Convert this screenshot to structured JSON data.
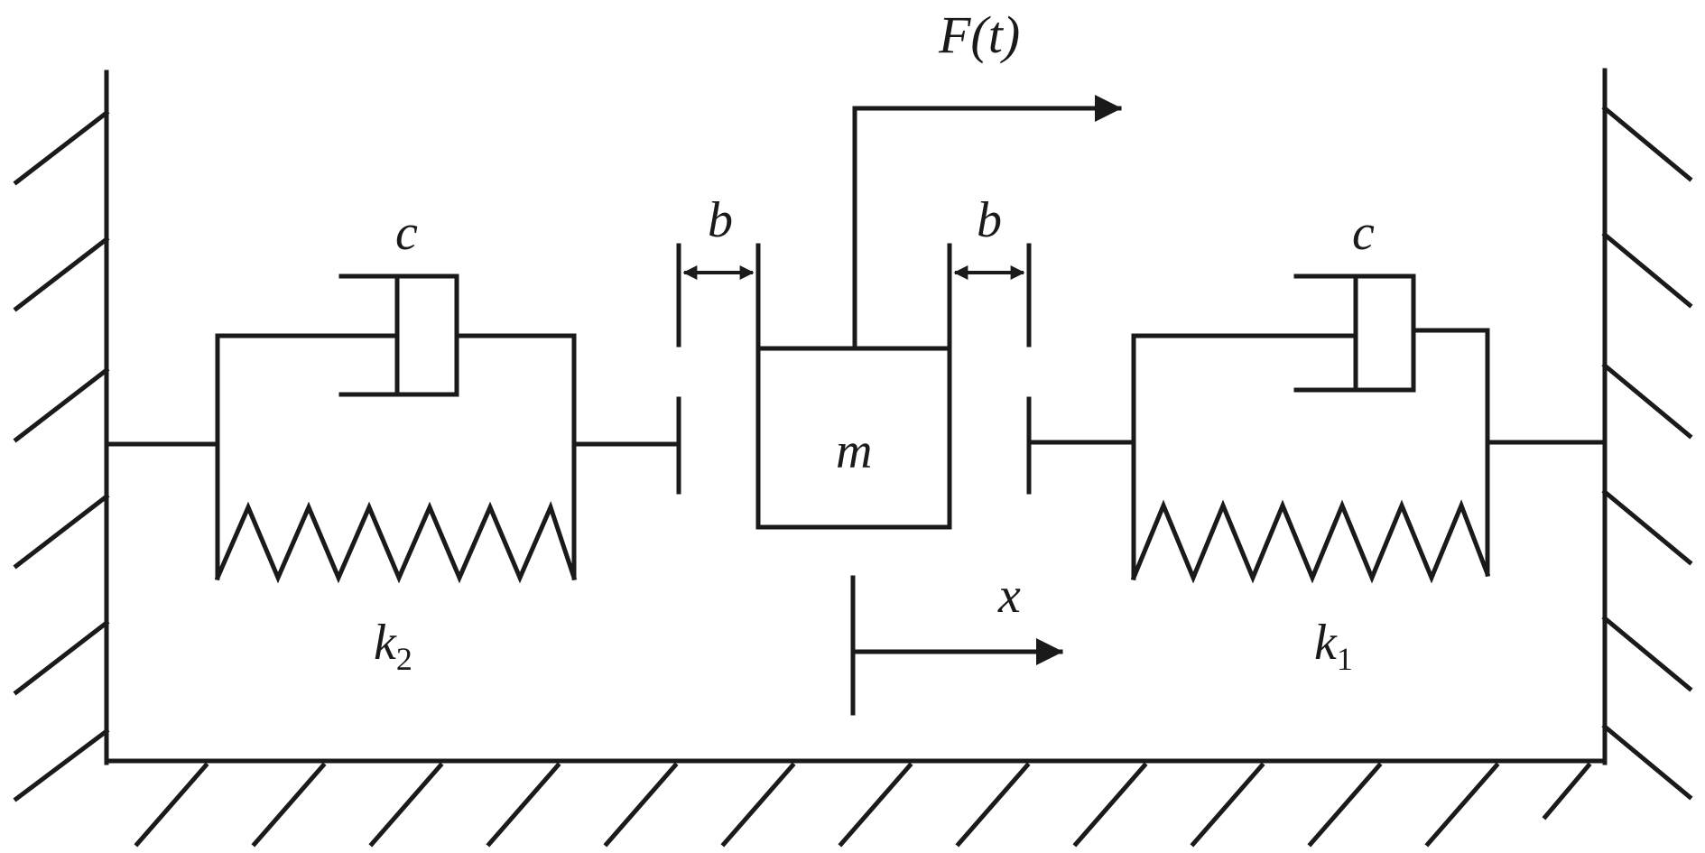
{
  "labels": {
    "force": "F(t)",
    "gap_left": "b",
    "gap_right": "b",
    "damper_left": "c",
    "damper_right": "c",
    "mass": "m",
    "displacement": "x",
    "spring_left_base": "k",
    "spring_left_sub": "2",
    "spring_right_base": "k",
    "spring_right_sub": "1"
  },
  "colors": {
    "stroke": "#1a1a1a",
    "background": "#ffffff"
  }
}
